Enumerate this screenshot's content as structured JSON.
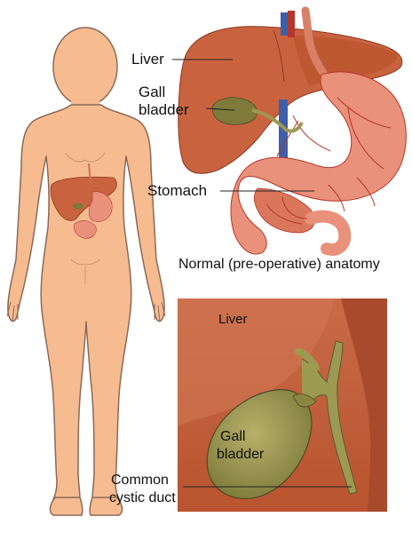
{
  "figure": {
    "upper_labels": {
      "liver": "Liver",
      "gall_bladder_line1": "Gall",
      "gall_bladder_line2": "bladder",
      "stomach": "Stomach"
    },
    "caption": "Normal (pre-operative) anatomy",
    "lower_labels": {
      "liver": "Liver",
      "gall_bladder_line1": "Gall",
      "gall_bladder_line2": "bladder",
      "duct_line1": "Common",
      "duct_line2": "cystic duct"
    },
    "colors": {
      "skin": "#f7bb90",
      "skin_outline": "#8a6a58",
      "liver": "#c9633f",
      "liver_dark": "#a84a2c",
      "stomach": "#e9917a",
      "gallbladder": "#7d7a3a",
      "vessel_red": "#b5362a",
      "vessel_blue": "#3e5fa8",
      "duct_green": "#9c9a52"
    }
  }
}
